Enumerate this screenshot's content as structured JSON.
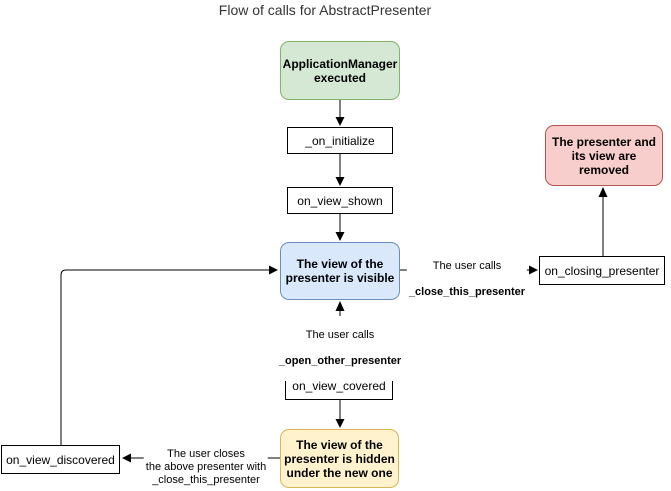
{
  "title": "Flow of calls for AbstractPresenter",
  "colors": {
    "green_fill": "#d5e8d4",
    "green_stroke": "#82b366",
    "blue_fill": "#dae8fc",
    "blue_stroke": "#6c8ebf",
    "yellow_fill": "#fff2cc",
    "yellow_stroke": "#d6b656",
    "red_fill": "#f8cecc",
    "red_stroke": "#b85450",
    "box_stroke": "#000000",
    "line_color": "#000000",
    "text_color": "#000000",
    "title_color": "#333333"
  },
  "nodes": {
    "application_manager": {
      "label": "ApplicationManager\nexecuted"
    },
    "on_initialize": {
      "label": "_on_initialize"
    },
    "on_view_shown": {
      "label": "on_view_shown"
    },
    "view_visible": {
      "label": "The view of the\npresenter is visible"
    },
    "on_closing_presenter": {
      "label": "on_closing_presenter"
    },
    "presenter_removed": {
      "label": "The presenter and\nits view are\nremoved"
    },
    "on_view_covered": {
      "label": "on_view_covered"
    },
    "view_hidden": {
      "label": "The view of the\npresenter is hidden\nunder the new one"
    },
    "on_view_discovered": {
      "label": "on_view_discovered"
    }
  },
  "edge_labels": {
    "close": {
      "line1": "The user calls",
      "line2": "_close_this_presenter"
    },
    "open": {
      "line1": "The user calls",
      "line2": "_open_other_presenter"
    },
    "discover": {
      "text": "The user closes\nthe above presenter with\n_close_this_presenter"
    }
  }
}
